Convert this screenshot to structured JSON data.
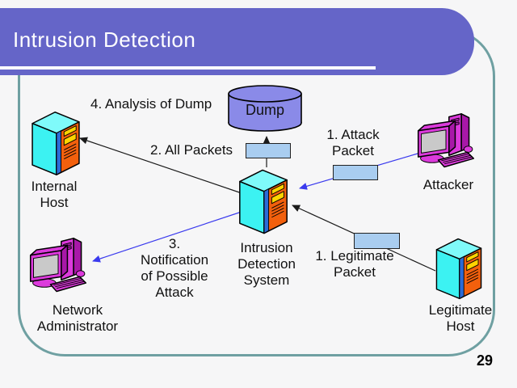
{
  "slide": {
    "title": "Intrusion Detection",
    "page_number": "29"
  },
  "colors": {
    "page_bg": "#F6F6F7",
    "header_bg": "#6565C8",
    "header_text": "#FFFFFF",
    "frame_teal": "#6FA0A2",
    "cylinder_fill": "#8A8AE8",
    "packet_fill": "#A9CDF0",
    "arrow_blue": "#3A3AEE",
    "arrow_black": "#1A1A1A",
    "server_front": "#3CF2F2",
    "server_top": "#7FFAFA",
    "server_side": "#F2600D",
    "server_stripe": "#2B6BD6",
    "computer_body": "#DC3ADC",
    "computer_shade": "#A818A8",
    "screen_gray": "#C9C9C9",
    "text_color": "#111111"
  },
  "nodes": {
    "dump": {
      "label": "Dump"
    },
    "internal_host": {
      "label": "Internal\nHost"
    },
    "attacker": {
      "label": "Attacker"
    },
    "ids": {
      "label": "Intrusion\nDetection\nSystem"
    },
    "network_admin": {
      "label": "Network\nAdministrator"
    },
    "legitimate_host": {
      "label": "Legitimate\nHost"
    }
  },
  "annotations": {
    "analysis_of_dump": "4. Analysis of Dump",
    "all_packets": "2. All Packets",
    "attack_packet": "1. Attack\nPacket",
    "notification": "3.\nNotification\nof Possible\nAttack",
    "legitimate_packet": "1. Legitimate\nPacket"
  }
}
